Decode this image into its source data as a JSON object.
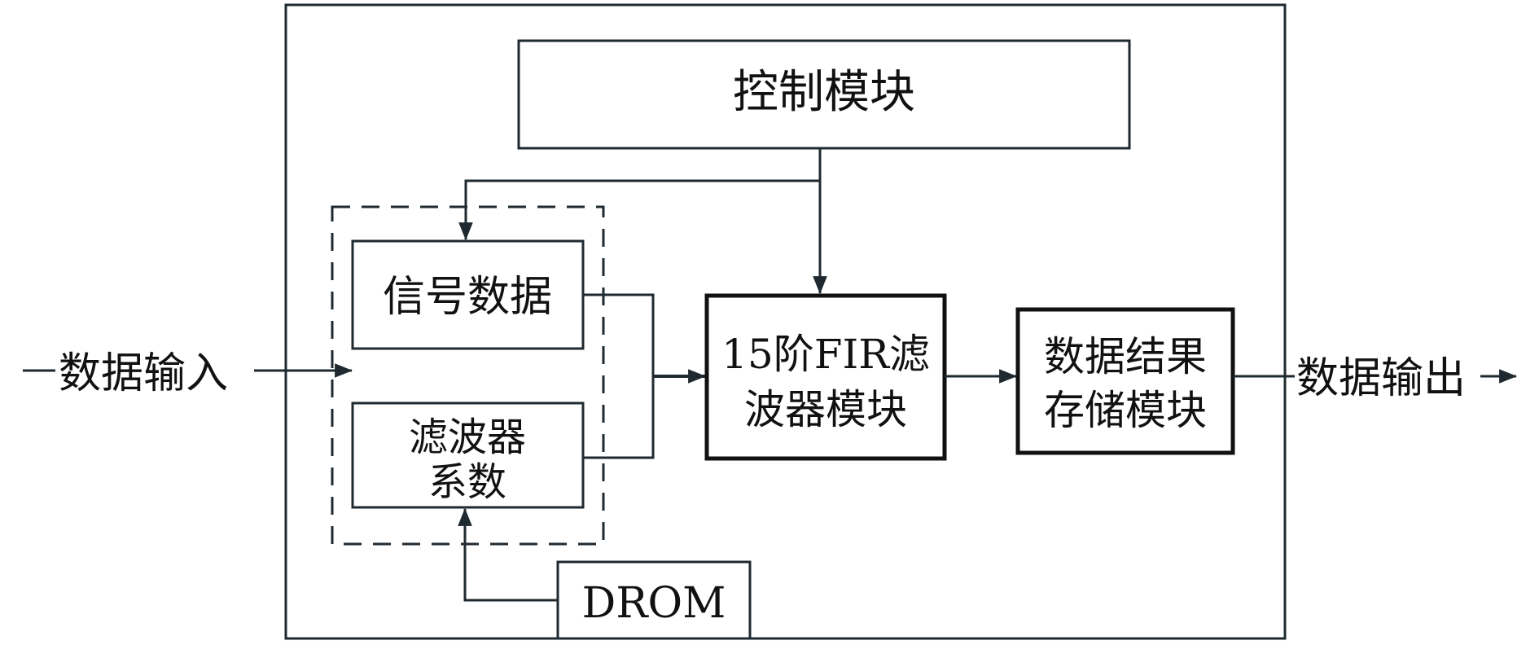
{
  "title": "15阶FIR滤波器系统框图",
  "colors": {
    "line": "#1f2a30",
    "box_thick": "#111111",
    "background": "#ffffff"
  },
  "nodes": {
    "control": {
      "label": "控制模块"
    },
    "signal": {
      "label": "信号数据"
    },
    "coeff": {
      "lines": [
        "滤波器",
        "系数"
      ]
    },
    "fir": {
      "lines": [
        "15阶FIR滤",
        "波器模块"
      ]
    },
    "storage": {
      "lines": [
        "数据结果",
        "存储模块"
      ]
    },
    "drom": {
      "label": "DROM"
    }
  },
  "io": {
    "input": "数据输入",
    "output": "数据输出"
  },
  "edges": [
    {
      "from": "input",
      "to": "signal-coeff-group"
    },
    {
      "from": "control",
      "to": "signal"
    },
    {
      "from": "control",
      "to": "fir"
    },
    {
      "from": "signal",
      "to": "fir"
    },
    {
      "from": "coeff",
      "to": "fir"
    },
    {
      "from": "drom",
      "to": "coeff"
    },
    {
      "from": "fir",
      "to": "storage"
    },
    {
      "from": "storage",
      "to": "output"
    }
  ]
}
